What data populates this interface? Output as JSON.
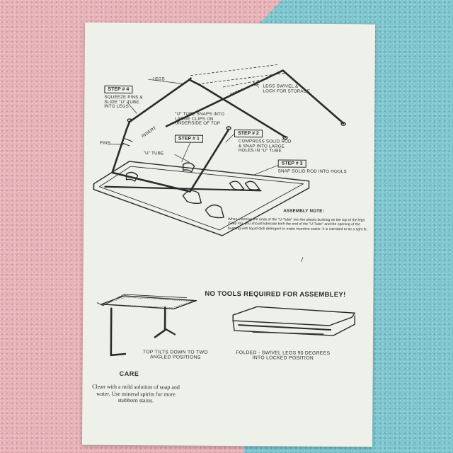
{
  "labels": {
    "legs": "LEGS",
    "step4": "STEP # 4",
    "step4_text": [
      "SQUEEZE PINS &",
      "SLIDE \"U\" TUBE",
      "INTO LEGS"
    ],
    "u_tube_snaps": [
      "\"U\" TUBE SNAPS INTO",
      "LARGE CLIPS ON",
      "UNDERSIDE OF TOP"
    ],
    "legs_swivel": [
      "LEGS SWIVEL &",
      "LOCK FOR STORAGE"
    ],
    "insert": "INSERT",
    "pins": "PINS",
    "u_tube": "\"U\" TUBE",
    "step1": "STEP # 1",
    "step2": "STEP # 2",
    "step2_text": [
      "COMPRESS SOLID ROD",
      "& SNAP INTO LARGE",
      "HOLES IN \"U\" TUBE"
    ],
    "step3": "STEP # 3",
    "step3_text": "SNAP SOLID ROD INTO HOOLS"
  },
  "assembly_note": {
    "title": "ASSEMBLY NOTE:",
    "body": "When inserting the ends of the \"U-Tube\" into the plastic bushing on the top of the legs (Step #4), you should lubricate both the end of the \"U-Tube\" and the opening of the bushing with liquid dish detergent to make insertion easier.  It is intended to be a tight fit."
  },
  "headline": "NO TOOLS REQUIRED FOR ASSEMBLEY!",
  "captions": {
    "tilt": "TOP TILTS DOWN TO TWO ANGLED POSITIONS",
    "folded": "FOLDED - SWIVEL LEGS 90 DEGREES INTO LOCKED POSITION"
  },
  "care": {
    "title": "CARE",
    "body": "Clean with a mild solution of soap and water.  Use mineral spirits for more stubborn stains."
  },
  "colors": {
    "paper": "#eef0ea",
    "ink": "#2a2a2a",
    "mat_pink": "#e6b3b8",
    "mat_blue": "#7fc6cf"
  }
}
